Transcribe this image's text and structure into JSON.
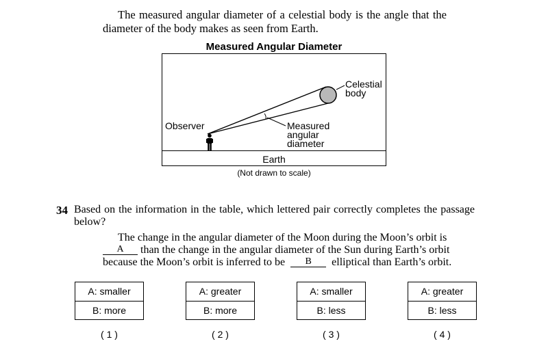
{
  "intro": {
    "line1": "The measured angular diameter of a celestial body is the angle that the",
    "line2": "diameter of the body makes as seen from Earth."
  },
  "figure": {
    "title": "Measured Angular Diameter",
    "observer_label": "Observer",
    "celestial_label_1": "Celestial",
    "celestial_label_2": "body",
    "angle_label_1": "Measured",
    "angle_label_2": "angular",
    "angle_label_3": "diameter",
    "earth_label": "Earth",
    "caption": "(Not drawn to scale)",
    "colors": {
      "body_fill": "#b8b8b8",
      "line": "#000000"
    },
    "icons": [
      "person-icon",
      "celestial-body-circle"
    ]
  },
  "question": {
    "number": "34",
    "stem_line1": "Based on the information in the table, which lettered pair correctly completes the passage",
    "stem_line2": "below?",
    "passage": {
      "line1": "The change in the angular diameter of the Moon during the Moon’s orbit is",
      "blank_a": "A",
      "line2_rest": "than the change in the angular diameter of the Sun during Earth’s orbit",
      "line3_start": "because the Moon’s orbit is inferred to be",
      "blank_b": "B",
      "line3_rest": "elliptical than Earth’s orbit."
    },
    "choices": [
      {
        "a": "A: smaller",
        "b": "B: more",
        "number": "( 1 )"
      },
      {
        "a": "A: greater",
        "b": "B: more",
        "number": "( 2 )"
      },
      {
        "a": "A: smaller",
        "b": "B: less",
        "number": "( 3 )"
      },
      {
        "a": "A: greater",
        "b": "B: less",
        "number": "( 4 )"
      }
    ]
  }
}
